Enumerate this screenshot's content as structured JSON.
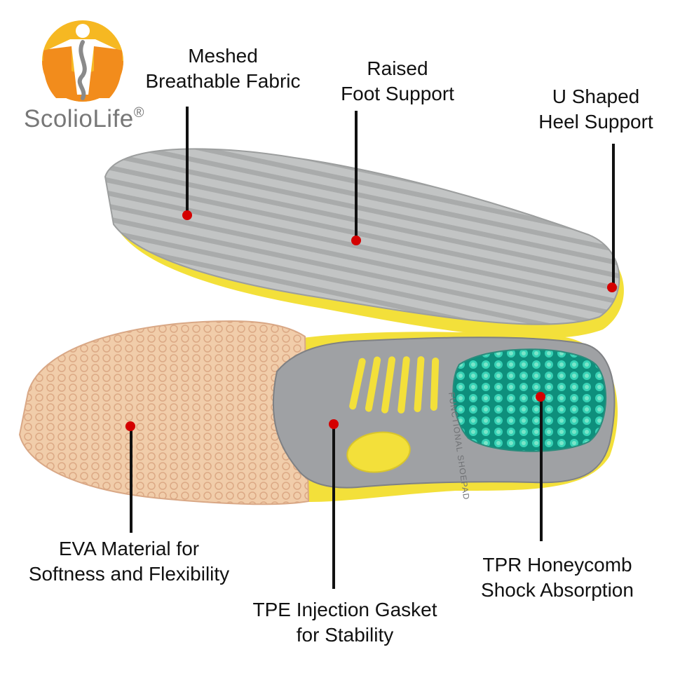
{
  "brand": {
    "name": "ScolioLife",
    "registered_mark": "®",
    "colors": {
      "orange": "#f28c1c",
      "yellow": "#f6b822",
      "spine": "#8a8a8a"
    }
  },
  "callouts": {
    "mesh": {
      "line1": "Meshed",
      "line2": "Breathable Fabric"
    },
    "raised": {
      "line1": "Raised",
      "line2": "Foot Support"
    },
    "heel": {
      "line1": "U Shaped",
      "line2": "Heel Support"
    },
    "eva": {
      "line1": "EVA Material for",
      "line2": "Softness and Flexibility"
    },
    "tpe": {
      "line1": "TPE Injection Gasket",
      "line2": "for Stability"
    },
    "tpr": {
      "line1": "TPR Honeycomb",
      "line2": "Shock Absorption"
    }
  },
  "insole_imprint": "FUNCTIONAL SHOEPAD",
  "colors": {
    "marker_dot": "#d40000",
    "leader_line": "#111111",
    "mesh_fabric": "#b9bbbb",
    "eva_foam": "#f1cdaa",
    "tpe_gasket": "#9a9c9f",
    "yellow_base": "#f3e03a",
    "tpr_honeycomb": "#1fb6a0"
  }
}
